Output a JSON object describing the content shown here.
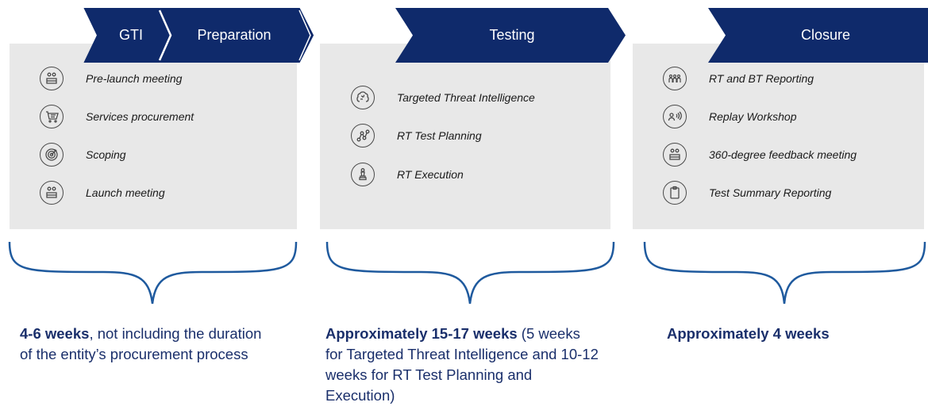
{
  "phases": [
    {
      "id": "preparation",
      "chevrons": [
        "GTI",
        "Preparation"
      ],
      "items": [
        {
          "icon": "meeting-icon",
          "label": "Pre-launch meeting"
        },
        {
          "icon": "cart-icon",
          "label": "Services procurement"
        },
        {
          "icon": "target-icon",
          "label": "Scoping"
        },
        {
          "icon": "meeting-icon",
          "label": "Launch meeting"
        }
      ],
      "duration_bold": "4-6 weeks",
      "duration_rest": ", not including the duration of the entity’s procurement process"
    },
    {
      "id": "testing",
      "chevrons": [
        "Testing"
      ],
      "items": [
        {
          "icon": "brain-icon",
          "label": "Targeted Threat Intelligence"
        },
        {
          "icon": "path-icon",
          "label": "RT Test Planning"
        },
        {
          "icon": "chess-piece-icon",
          "label": "RT Execution"
        }
      ],
      "duration_bold": "Approximately 15-17 weeks",
      "duration_rest": " (5 weeks for Targeted Threat Intelligence and 10-12 weeks for RT Test Planning and Execution)"
    },
    {
      "id": "closure",
      "chevrons": [
        "Closure"
      ],
      "items": [
        {
          "icon": "people-icon",
          "label": "RT and BT Reporting"
        },
        {
          "icon": "speaking-icon",
          "label": "Replay Workshop"
        },
        {
          "icon": "meeting-icon",
          "label": "360-degree feedback meeting"
        },
        {
          "icon": "clipboard-icon",
          "label": "Test Summary Reporting"
        }
      ],
      "duration_bold": "Approximately 4 weeks",
      "duration_rest": ""
    }
  ],
  "colors": {
    "navy": "#0f2a6b",
    "panel": "#e8e8e8",
    "brace": "#1f5a9e",
    "text": "#1a2f6b"
  }
}
